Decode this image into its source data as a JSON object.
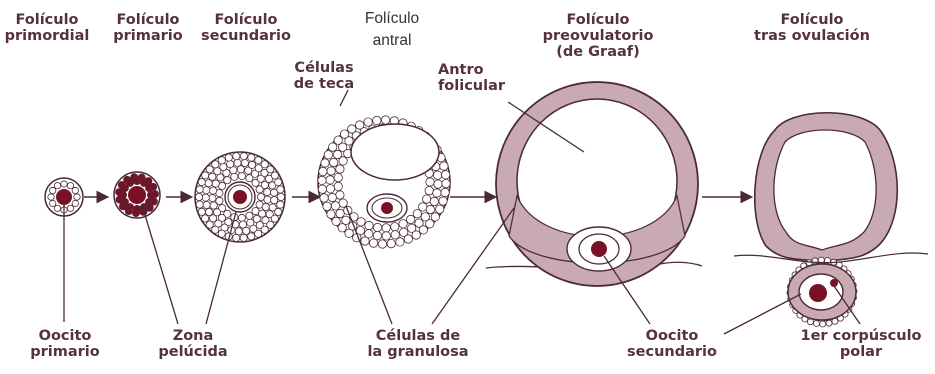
{
  "labels": {
    "primordial": {
      "l1": "Folículo",
      "l2": "primordial"
    },
    "primario": {
      "l1": "Folículo",
      "l2": "primario"
    },
    "secundario": {
      "l1": "Folículo",
      "l2": "secundario"
    },
    "antral": {
      "l1": "Folículo",
      "l2": "antral"
    },
    "preovulatorio": {
      "l1": "Folículo",
      "l2": "preovulatorio",
      "l3": "(de Graaf)"
    },
    "tras_ovulacion": {
      "l1": "Folículo",
      "l2": "tras ovulación"
    },
    "celulas_teca": {
      "l1": "Células",
      "l2": "de teca"
    },
    "antro": {
      "l1": "Antro",
      "l2": "folicular"
    },
    "oocito_primario": {
      "l1": "Oocito",
      "l2": "primario"
    },
    "zona_pelucida": {
      "l1": "Zona",
      "l2": "pelúcida"
    },
    "granulosa": {
      "l1": "Células de",
      "l2": "la granulosa"
    },
    "oocito_secundario": {
      "l1": "Oocito",
      "l2": "secundario"
    },
    "corpusculo": {
      "l1": "1er corpúsculo",
      "l2": "polar"
    }
  },
  "colors": {
    "outline": "#4a2a36",
    "nucleus": "#7a1025",
    "fill": "#ffffff",
    "granular": "#c9aab2",
    "text": "#56313f"
  }
}
